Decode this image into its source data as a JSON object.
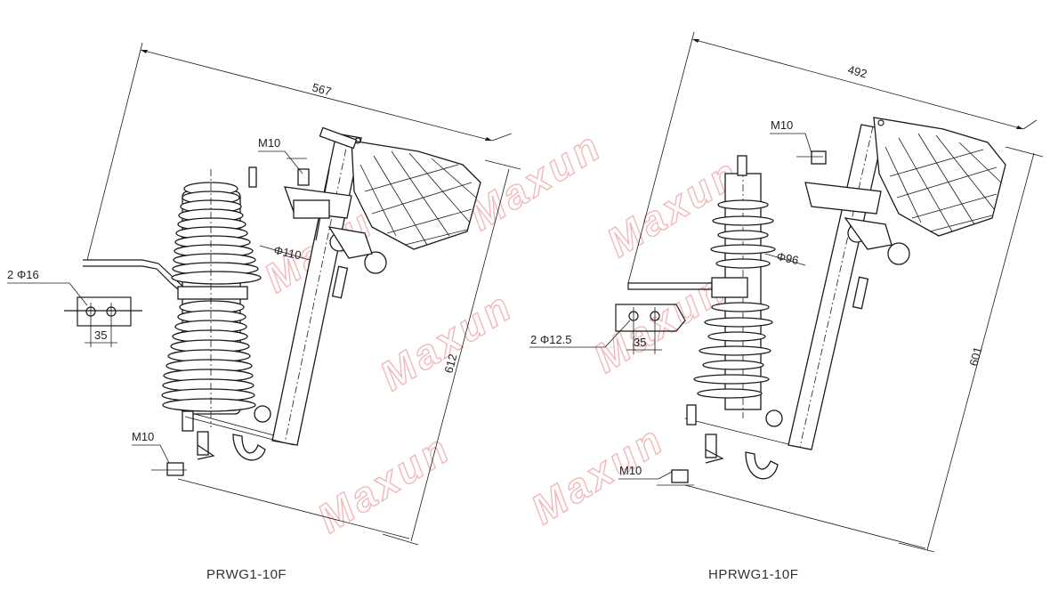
{
  "watermark": "Maxun",
  "colors": {
    "line": "#1a1a1a",
    "watermark": "#f2b8b8",
    "background": "#ffffff"
  },
  "left_drawing": {
    "caption": "PRWG1-10F",
    "dim_width": "567",
    "dim_height": "612",
    "dim_top_bolt": "M10",
    "dim_bottom_bolt": "M10",
    "dim_insulator": "Φ110",
    "dim_holes": "2 Φ16",
    "dim_hole_spacing": "35"
  },
  "right_drawing": {
    "caption": "HPRWG1-10F",
    "dim_width": "492",
    "dim_height": "601",
    "dim_top_bolt": "M10",
    "dim_bottom_bolt": "M10",
    "dim_insulator": "Φ96",
    "dim_holes": "2 Φ12.5",
    "dim_hole_spacing": "35"
  }
}
